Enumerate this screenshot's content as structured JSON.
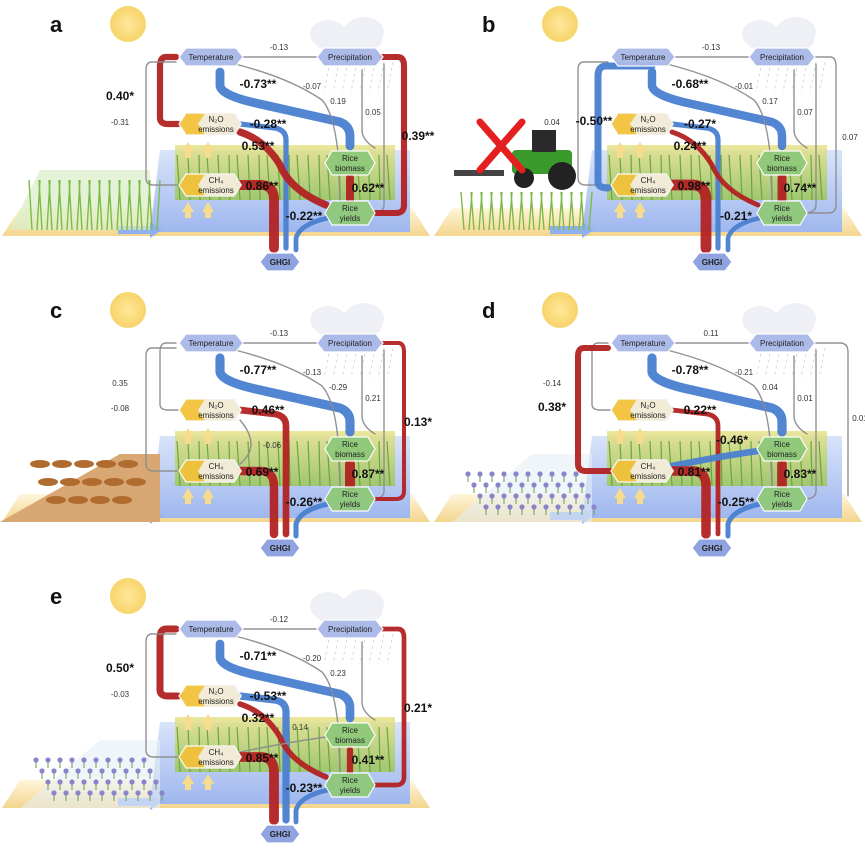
{
  "nodes": {
    "temperature": "Temperature",
    "precipitation": "Precipitation",
    "n2o_line1": "N₂O",
    "n2o_line2": "emissions",
    "ch4_line1": "CH₄",
    "ch4_line2": "emissions",
    "biomass_line1": "Rice",
    "biomass_line2": "biomass",
    "yields_line1": "Rice",
    "yields_line2": "yields",
    "ghgi": "GHGI"
  },
  "colors": {
    "positive": "#b22222",
    "negative": "#4a7fd0",
    "nonsignificant": "#8c8c8c",
    "temperature_node": "#a9b8e8",
    "ch4_node": "#f2c23a",
    "n2o_node": "#f2c23a",
    "biomass_node": "#8fc97a",
    "ghgi_node": "#8a9fe0"
  },
  "panels": [
    {
      "letter": "a",
      "scene": "rice-seedlings",
      "coefficients": {
        "temp_precip": "-0.13",
        "temp_n2o": "0.40*",
        "temp_ch4": "-0.31",
        "temp_ghgi": "-0.73**",
        "temp_yields": "-0.07",
        "precip_biomass": "0.19",
        "precip_yields": "0.05",
        "precip_ghgi": "0.39**",
        "n2o_ghgi": "-0.28**",
        "n2o_yields": "0.53**",
        "ch4_ghgi": "0.86**",
        "biomass_yields": "0.62**",
        "yields_ghgi": "-0.22**"
      }
    },
    {
      "letter": "b",
      "scene": "tractor-crossed",
      "coefficients": {
        "temp_precip": "-0.13",
        "temp_ch4": "0.04",
        "temp_ghgi": "-0.68**",
        "temp_yields": "-0.01",
        "precip_biomass": "0.17",
        "precip_yields": "0.07",
        "precip_ghgi": "0.07",
        "n2o_ghgi": "-0.27*",
        "n2o_yields": "0.24**",
        "ch4_ghgi": "0.98**",
        "biomass_yields": "0.74**",
        "yields_ghgi": "-0.21*",
        "tillage": "-0.50**"
      }
    },
    {
      "letter": "c",
      "scene": "straw-field",
      "coefficients": {
        "temp_precip": "-0.13",
        "temp_n2o": "0.35",
        "temp_ch4": "-0.08",
        "temp_ghgi": "-0.77**",
        "temp_yields": "-0.13",
        "precip_biomass": "-0.29",
        "precip_yields": "0.21",
        "precip_ghgi": "0.13*",
        "ch4_n2o": "-0.06",
        "n2o_ghgi": "0.46**",
        "ch4_ghgi": "0.69**",
        "biomass_yields": "0.87**",
        "yields_ghgi": "-0.26**"
      }
    },
    {
      "letter": "d",
      "scene": "flower-field",
      "coefficients": {
        "temp_precip": "0.11",
        "temp_n2o": "-0.14",
        "temp_ch4": "0.38*",
        "temp_ghgi": "-0.78**",
        "temp_yields": "-0.21",
        "precip_biomass": "0.04",
        "precip_yields": "0.01",
        "precip_ch4": "0.01",
        "n2o_ghgi": "0.22**",
        "ch4_biomass": "-0.46*",
        "ch4_ghgi": "0.81**",
        "biomass_yields": "0.83**",
        "yields_ghgi": "-0.25**"
      }
    },
    {
      "letter": "e",
      "scene": "flower-field",
      "coefficients": {
        "temp_precip": "-0.12",
        "temp_n2o": "0.50*",
        "temp_ch4": "-0.03",
        "temp_ghgi": "-0.71**",
        "temp_yields": "-0.20",
        "precip_biomass": "0.23",
        "precip_ghgi": "0.21*",
        "n2o_ghgi": "-0.53**",
        "n2o_yields": "0.32**",
        "ch4_biomass": "0.14",
        "ch4_ghgi": "0.85**",
        "biomass_yields": "0.41**",
        "yields_ghgi": "-0.23**"
      }
    }
  ]
}
